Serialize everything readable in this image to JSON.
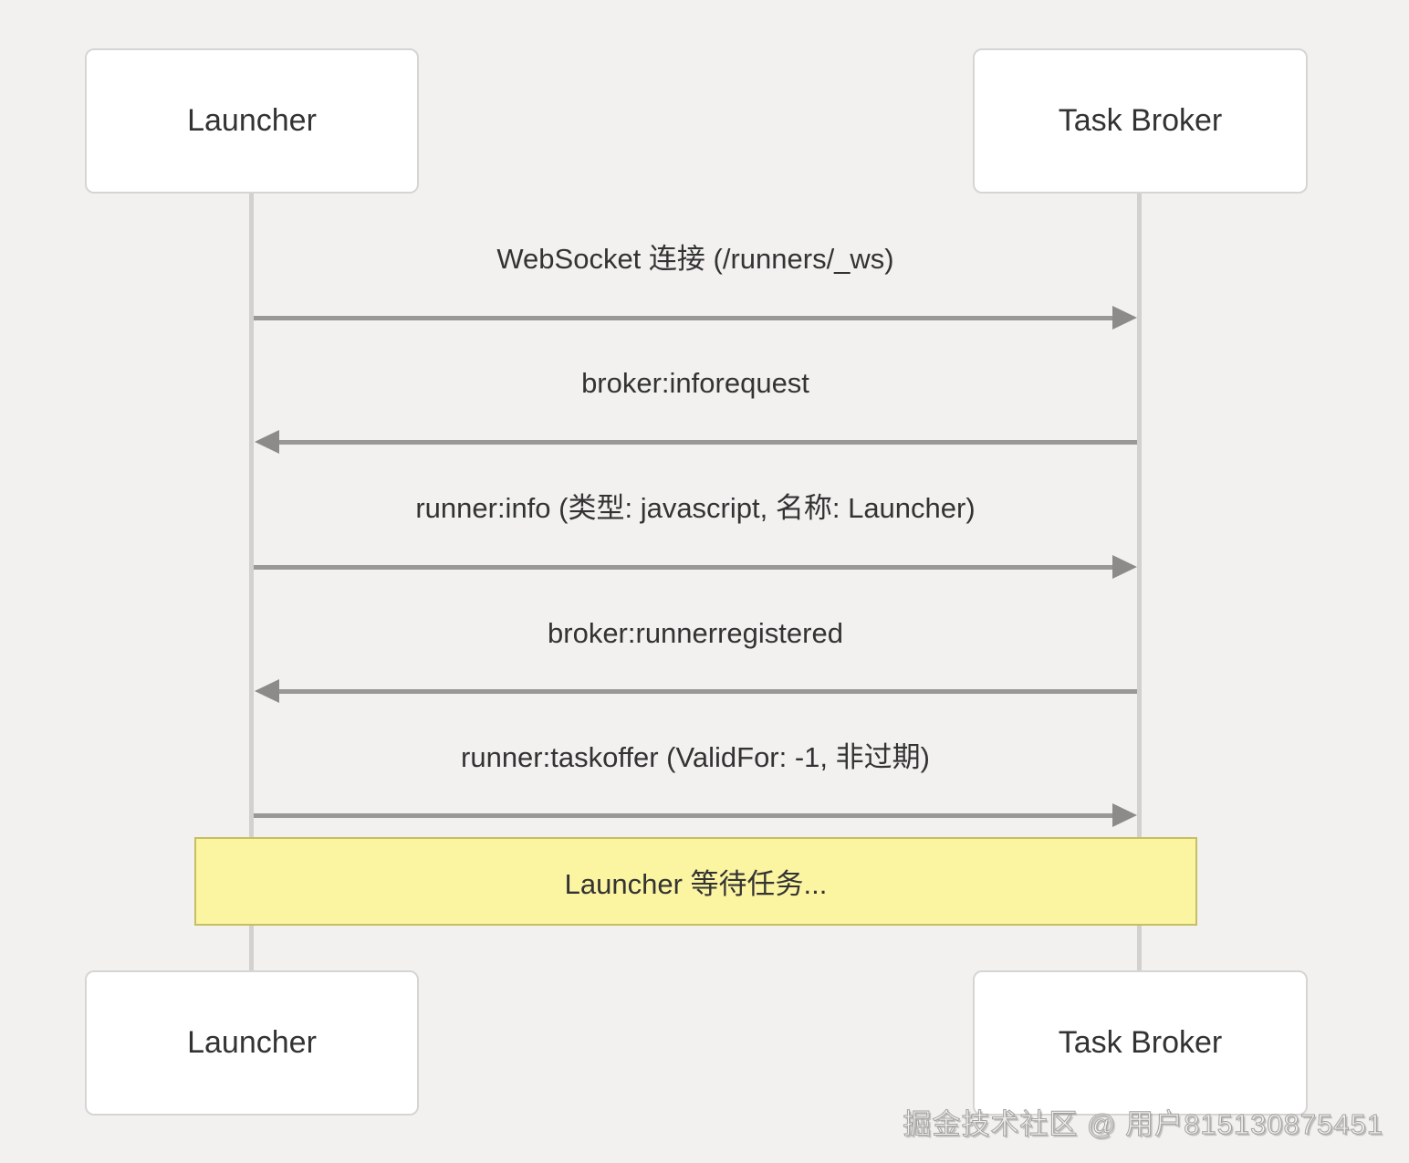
{
  "diagram": {
    "type": "sequence",
    "participants": [
      {
        "label": "Launcher"
      },
      {
        "label": "Task Broker"
      }
    ],
    "messages": [
      {
        "from": "Launcher",
        "to": "Task Broker",
        "direction": "right",
        "label": "WebSocket 连接 (/runners/_ws)"
      },
      {
        "from": "Task Broker",
        "to": "Launcher",
        "direction": "left",
        "label": "broker:inforequest"
      },
      {
        "from": "Launcher",
        "to": "Task Broker",
        "direction": "right",
        "label": "runner:info (类型: javascript, 名称: Launcher)"
      },
      {
        "from": "Task Broker",
        "to": "Launcher",
        "direction": "left",
        "label": "broker:runnerregistered"
      },
      {
        "from": "Launcher",
        "to": "Task Broker",
        "direction": "right",
        "label": "runner:taskoffer (ValidFor: -1, 非过期)"
      }
    ],
    "note": {
      "label": "Launcher 等待任务..."
    },
    "colors": {
      "background": "#f2f1ef",
      "actor_fill": "#ffffff",
      "actor_border": "#d6d5d3",
      "lifeline": "#d2d1cf",
      "arrow_line": "#999896",
      "arrowhead": "#8c8b89",
      "note_fill": "#fbf4a1",
      "note_border": "#c6bf62",
      "text": "#333333"
    }
  },
  "watermark": {
    "text": "掘金技术社区 @ 用户815130875451"
  }
}
